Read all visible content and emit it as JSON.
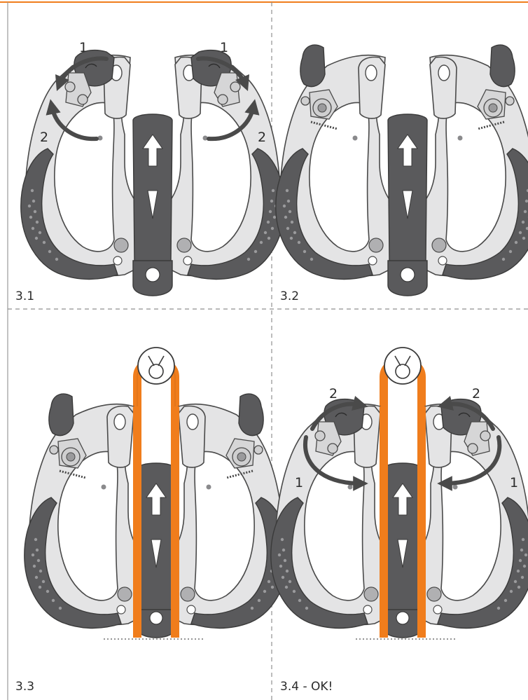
{
  "colors": {
    "accent_orange": "#f07d1c",
    "dark_gray": "#5a5a5c",
    "light_gray": "#e4e4e5",
    "outline": "#4a4a4a",
    "divider": "#8f8f8f"
  },
  "panels": [
    {
      "label": "3.1",
      "rope": false,
      "cams": "closed",
      "arrows": "open"
    },
    {
      "label": "3.2",
      "rope": false,
      "cams": "open",
      "arrows": "none"
    },
    {
      "label": "3.3",
      "rope": true,
      "cams": "open",
      "arrows": "none"
    },
    {
      "label": "3.4 - OK!",
      "rope": true,
      "cams": "closed",
      "arrows": "close"
    }
  ],
  "step_numbers": {
    "one": "1",
    "two": "2"
  }
}
